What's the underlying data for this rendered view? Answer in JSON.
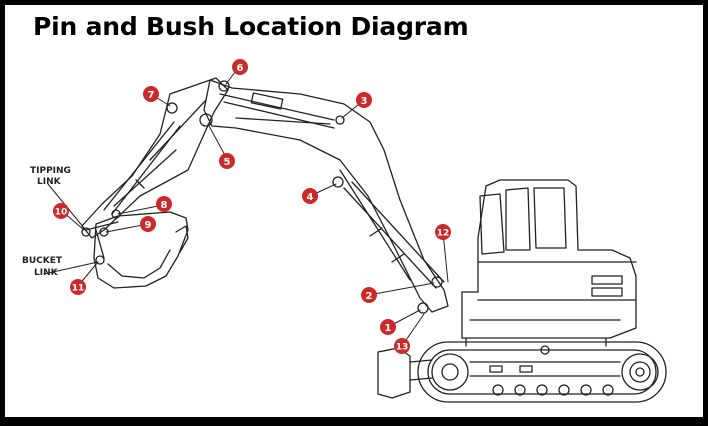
{
  "title": "Pin and Bush Location Diagram",
  "labels": {
    "tipping_link_1": "TIPPING",
    "tipping_link_2": "LINK",
    "bucket_link_1": "BUCKET",
    "bucket_link_2": "LINK"
  },
  "markers": [
    {
      "id": "1",
      "label": "1"
    },
    {
      "id": "2",
      "label": "2"
    },
    {
      "id": "3",
      "label": "3"
    },
    {
      "id": "4",
      "label": "4"
    },
    {
      "id": "5",
      "label": "5"
    },
    {
      "id": "6",
      "label": "6"
    },
    {
      "id": "7",
      "label": "7"
    },
    {
      "id": "8",
      "label": "8"
    },
    {
      "id": "9",
      "label": "9"
    },
    {
      "id": "10",
      "label": "10"
    },
    {
      "id": "11",
      "label": "11"
    },
    {
      "id": "12",
      "label": "12"
    },
    {
      "id": "13",
      "label": "13"
    }
  ],
  "colors": {
    "marker": "#cc2a2a",
    "line": "#222222",
    "frame": "#000000",
    "background": "#ffffff"
  }
}
